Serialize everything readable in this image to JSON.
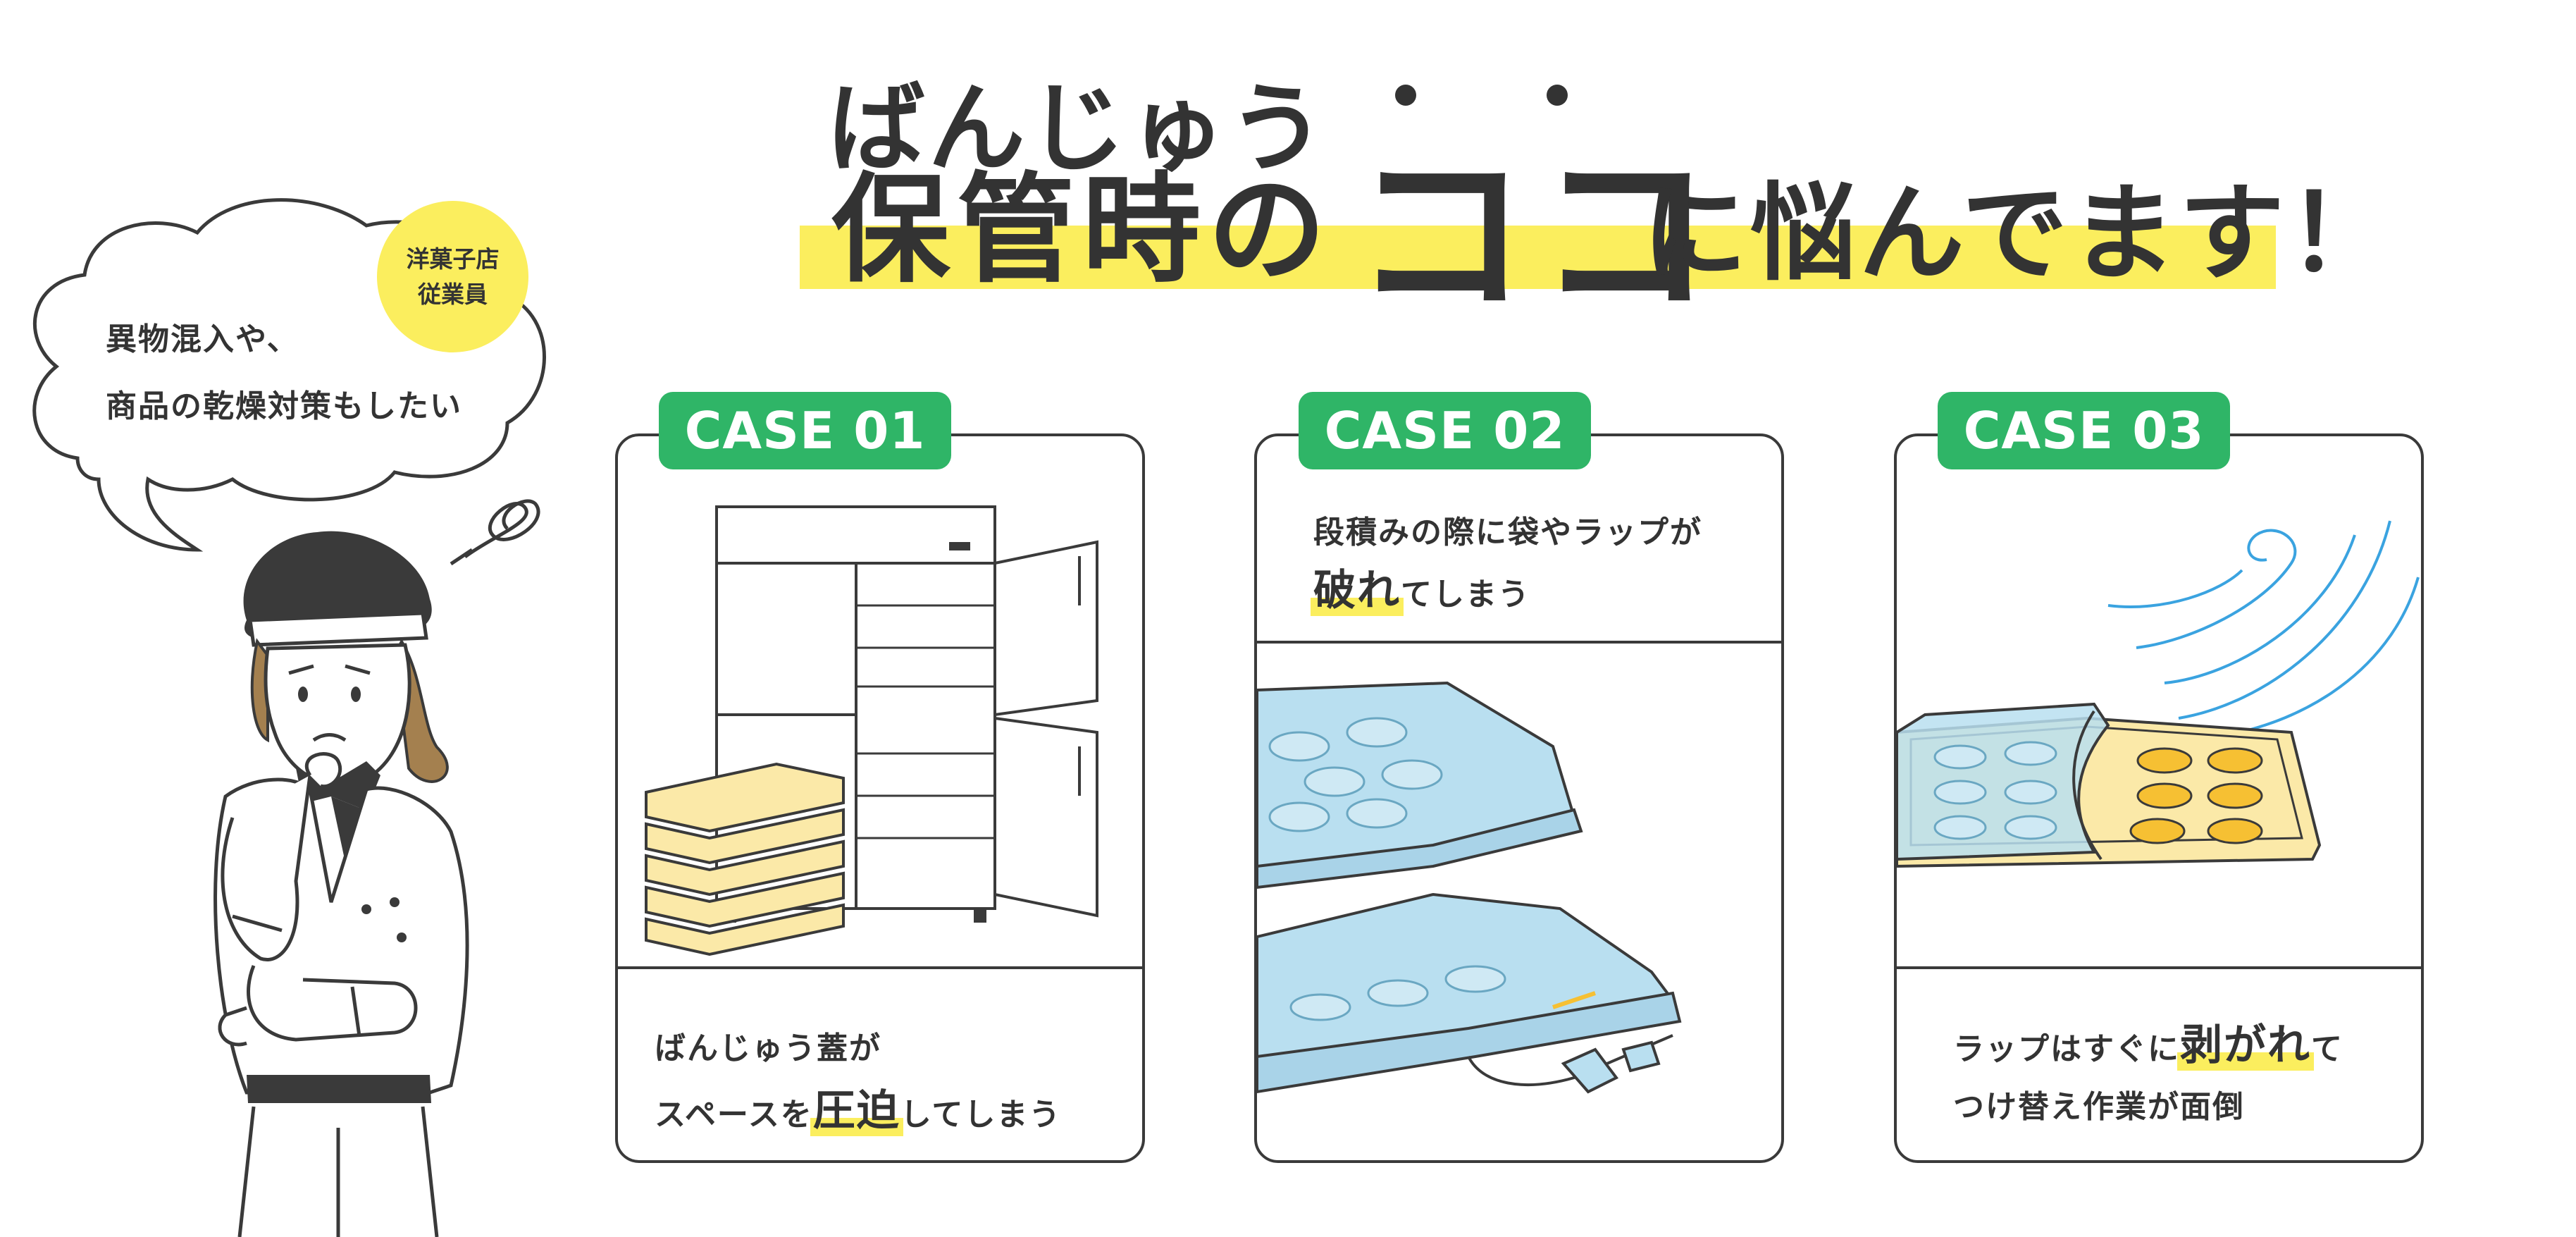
{
  "title": {
    "line1": "ばんじゅう",
    "line2_a": "保管時の",
    "line2_koko": "ココ",
    "line2_b": "に悩んでます！"
  },
  "speaker": {
    "badge_line1": "洋菓子店",
    "badge_line2": "従業員",
    "bubble_line1": "異物混入や、",
    "bubble_line2": "商品の乾燥対策もしたい"
  },
  "cases": [
    {
      "tab": "CASE 01",
      "caption_line1": "ばんじゅう蓋が",
      "caption_line2_pre": "スペースを",
      "caption_line2_emph": "圧迫",
      "caption_line2_post": "してしまう"
    },
    {
      "tab": "CASE 02",
      "caption_line1": "段積みの際に袋やラップが",
      "caption_line2_emph": "破れ",
      "caption_line2_post": "てしまう"
    },
    {
      "tab": "CASE 03",
      "caption_line1_pre": "ラップはすぐに",
      "caption_line1_emph": "剥がれ",
      "caption_line1_post": "て",
      "caption_line2": "つけ替え作業が面倒"
    }
  ],
  "colors": {
    "accent_yellow": "#fbee5e",
    "case_green": "#2fb567",
    "line_dark": "#3a3a3a",
    "wrap_blue": "#b9dff0",
    "tray_cream": "#fbe9a8",
    "cake_orange": "#f6c033",
    "wind_blue": "#3aa3e0"
  }
}
